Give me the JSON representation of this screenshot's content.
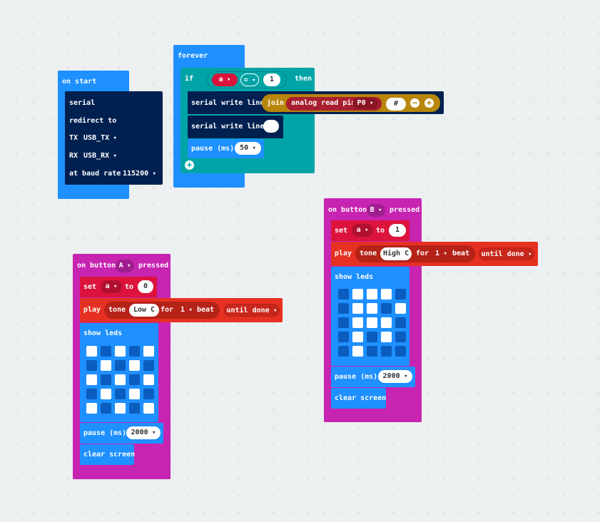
{
  "colors": {
    "events": "#1e90ff",
    "serial": "#002050",
    "logic": "#00a4a6",
    "variables": "#dc143c",
    "music": "#e63022",
    "input": "#c724b1",
    "basic_block": "#1e90ff",
    "text": "#b8860b"
  },
  "on_start": {
    "hat_label": "on start",
    "serial_label": "serial",
    "redirect_label": "redirect to",
    "tx_label": "TX",
    "tx_value": "USB_TX",
    "rx_label": "RX",
    "rx_value": "USB_RX",
    "baud_label": "at baud rate",
    "baud_value": "115200"
  },
  "forever": {
    "hat_label": "forever",
    "if_label": "if",
    "var_name": "a",
    "operator": "=",
    "compare_value": "1",
    "then_label": "then",
    "write_line_label": "serial write line",
    "join_label": "join",
    "analog_label": "analog read pin",
    "pin_value": "P0",
    "join_text": "#",
    "write_line2_label": "serial write line",
    "write_line2_text": "",
    "pause_label": "pause (ms)",
    "pause_value": "50",
    "add_icon": "plus-icon",
    "remove_icon": "minus-icon"
  },
  "button_a": {
    "on_label": "on button",
    "button": "A",
    "pressed_label": "pressed",
    "set_label": "set",
    "var_name": "a",
    "to_label": "to",
    "set_value": "0",
    "play_label": "play",
    "tone_label": "tone",
    "tone_value": "Low C",
    "for_label": "for",
    "beat_value": "1",
    "beat_label": "beat",
    "mode_value": "until done",
    "show_leds_label": "show leds",
    "leds": [
      [
        1,
        0,
        1,
        0,
        1
      ],
      [
        0,
        1,
        0,
        1,
        0
      ],
      [
        1,
        0,
        1,
        0,
        1
      ],
      [
        0,
        1,
        0,
        1,
        0
      ],
      [
        1,
        0,
        1,
        0,
        1
      ]
    ],
    "pause_label": "pause (ms)",
    "pause_value": "2000",
    "clear_label": "clear screen"
  },
  "button_b": {
    "on_label": "on button",
    "button": "B",
    "pressed_label": "pressed",
    "set_label": "set",
    "var_name": "a",
    "to_label": "to",
    "set_value": "1",
    "play_label": "play",
    "tone_label": "tone",
    "tone_value": "High C",
    "for_label": "for",
    "beat_value": "1",
    "beat_label": "beat",
    "mode_value": "until done",
    "show_leds_label": "show leds",
    "leds": [
      [
        0,
        1,
        1,
        1,
        0
      ],
      [
        0,
        1,
        1,
        0,
        1
      ],
      [
        0,
        1,
        1,
        1,
        0
      ],
      [
        0,
        1,
        0,
        1,
        0
      ],
      [
        0,
        1,
        0,
        0,
        0
      ]
    ],
    "pause_label": "pause (ms)",
    "pause_value": "2000",
    "clear_label": "clear screen"
  }
}
